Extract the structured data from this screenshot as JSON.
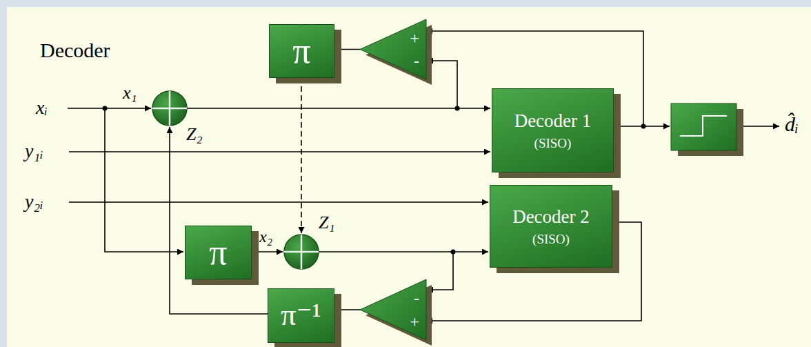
{
  "diagram": {
    "title": "Decoder",
    "nodes": [
      {
        "text": [
          "π"
        ]
      },
      {
        "text": [
          "+",
          "-"
        ]
      },
      {
        "text": [
          "Decoder 1",
          "(SISO)"
        ]
      },
      {
        "text": [
          "Decoder 2",
          "(SISO)"
        ]
      },
      {
        "text": [
          "π"
        ]
      },
      {
        "text": [
          "-",
          "+"
        ]
      },
      {
        "text": [
          "π⁻¹"
        ]
      }
    ],
    "edges": [
      {
        "from": 2,
        "to": 1,
        "arrow": "to"
      },
      {
        "from": 1,
        "to": 0,
        "arrow": "to"
      },
      {
        "from": 3,
        "to": 5,
        "arrow": "to"
      },
      {
        "from": 5,
        "to": 6,
        "arrow": "to"
      }
    ],
    "labels": [
      "xᵢ",
      "y₁ᵢ",
      "y₂ᵢ",
      "x₁",
      "Z₂",
      "x₂",
      "Z₁",
      "d̂ᵢ"
    ]
  }
}
